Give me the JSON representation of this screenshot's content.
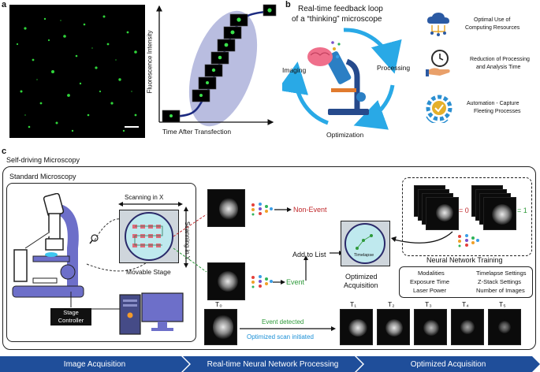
{
  "panels": {
    "a": "a",
    "b": "b",
    "c": "c"
  },
  "panel_a": {
    "y_axis_label": "Fluorescence Intensity",
    "x_axis_label": "Time After Transfection"
  },
  "panel_b": {
    "title_line1": "Real-time feedback loop",
    "title_line2": "of a “thinking” microscope",
    "loop_labels": {
      "imaging": "Imaging",
      "processing": "Processing",
      "optimization": "Optimization"
    },
    "benefits": [
      {
        "line1": "Optimal Use of",
        "line2": "Computing Resources",
        "icon": "cloud-network-icon"
      },
      {
        "line1": "Reduction of Processing",
        "line2": "and Analysis Time",
        "icon": "clock-hand-icon"
      },
      {
        "line1": "Automation - Capture",
        "line2": "Fleeting Processes",
        "icon": "gear-check-icon"
      }
    ]
  },
  "panel_c": {
    "title": "Self-driving Microscopy",
    "standard_title": "Standard Microscopy",
    "scanning_x": "Scanning in X",
    "scanning_y": "Scanning in Y",
    "movable_stage": "Movable Stage",
    "stage_controller_line1": "Stage",
    "stage_controller_line2": "Controller",
    "non_event": "Non-Event",
    "event": "Event",
    "add_to_list": "Add to List",
    "timelapse": "Timelapse",
    "optimized_acquisition_line1": "Optimized",
    "optimized_acquisition_line2": "Acquisition",
    "nn_training": "Neural Network Training",
    "label_zero": "= 0",
    "label_one": "= 1",
    "settings_left": [
      "Modalities",
      "Exposure Time",
      "Laser Power"
    ],
    "settings_right": [
      "Timelapse Settings",
      "Z-Stack Settings",
      "Number of Images"
    ],
    "event_detected": "Event detected",
    "optimized_scan": "Optimized scan initiated",
    "t_labels": [
      "T₀",
      "T₁",
      "T₂",
      "T₃",
      "T₄",
      "T₅"
    ]
  },
  "bottom_bar": [
    "Image Acquisition",
    "Real-time Neural Network Processing",
    "Optimized Acquisition"
  ],
  "colors": {
    "loop_arrow": "#29a9e6",
    "non_event": "#c0282b",
    "event": "#2e9a3a",
    "optimized_scan": "#1a8fd6",
    "bar": "#1f4e9a",
    "ellipse": "#b9bde0"
  }
}
